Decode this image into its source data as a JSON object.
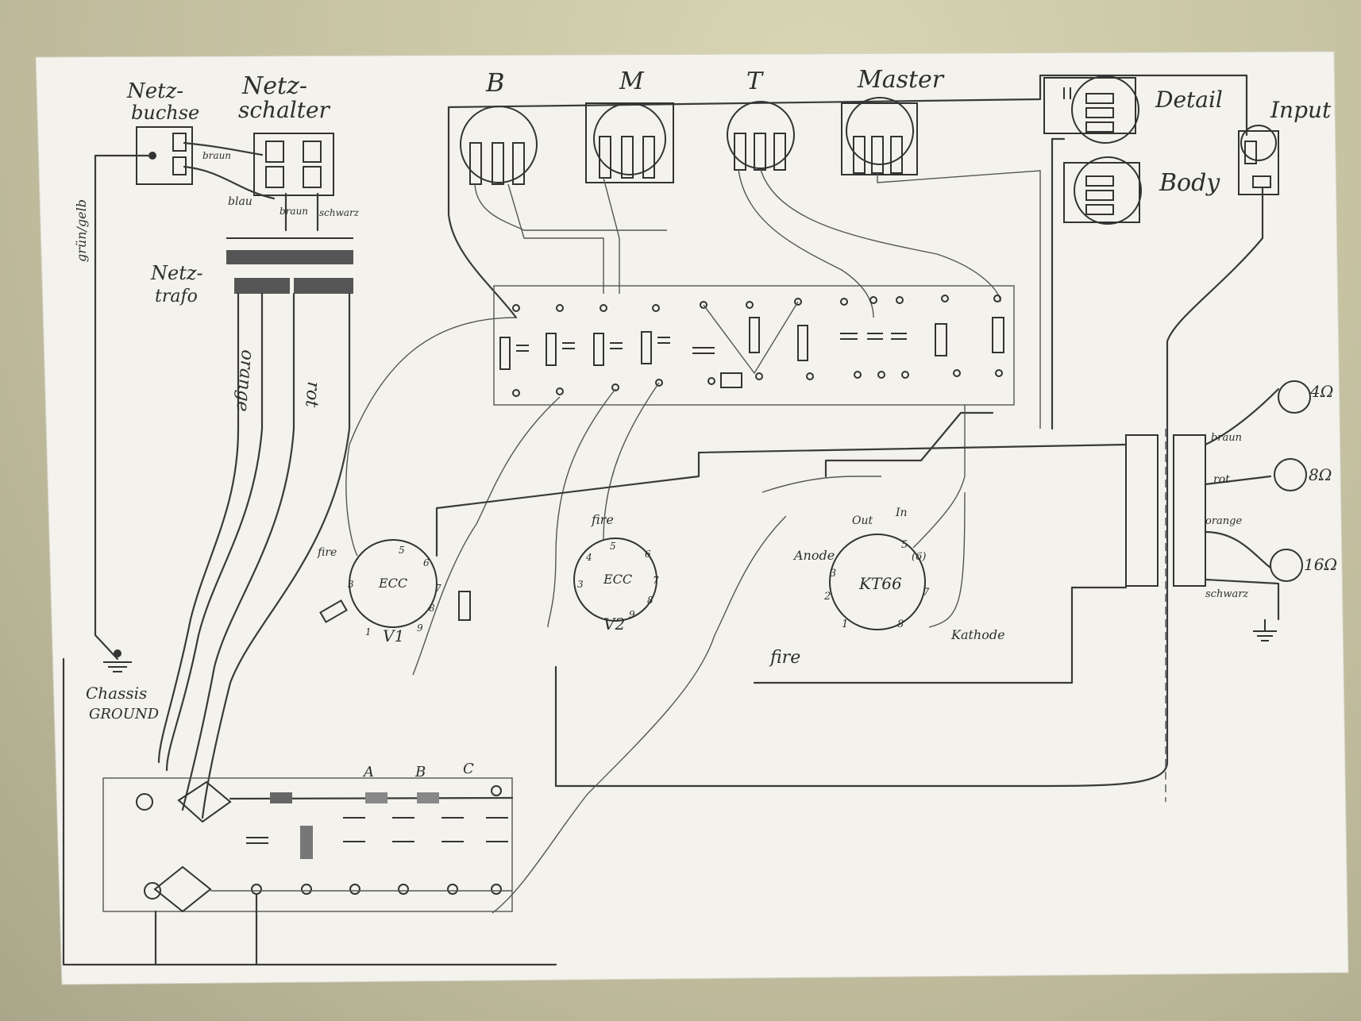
{
  "labels": {
    "netzbuchse_1": "Netz-",
    "netzbuchse_2": "buchse",
    "netzschalter_1": "Netz-",
    "netzschalter_2": "schalter",
    "netztrafo_1": "Netz-",
    "netztrafo_2": "trafo",
    "wire_braun_top": "braun",
    "wire_blau": "blau",
    "wire_braun": "braun",
    "wire_schwarz_top": "schwarz",
    "wire_gruen_gelb": "grün/gelb",
    "wire_orange": "orange",
    "wire_rot": "rot",
    "pot_b": "B",
    "pot_m": "M",
    "pot_t": "T",
    "pot_master": "Master",
    "pot_detail": "Detail",
    "pot_body": "Body",
    "input": "Input",
    "tap_4": "4Ω",
    "tap_8": "8Ω",
    "tap_16": "16Ω",
    "ot_braun": "braun",
    "ot_rot": "rot",
    "ot_orange": "orange",
    "ot_schwarz": "schwarz",
    "chassis_1": "Chassis",
    "chassis_2": "GROUND",
    "v1": "V1",
    "v1_ecc": "ECC",
    "v2": "V2",
    "v2_ecc": "ECC",
    "kt66": "KT66",
    "anode": "Anode",
    "out": "Out",
    "in": "In",
    "kathode": "Kathode",
    "fire_v1": "fire",
    "fire_v2": "fire",
    "fire_kt66": "fire",
    "rail_a": "A",
    "rail_b": "B",
    "rail_c": "C",
    "pin_1": "1",
    "pin_2": "2",
    "pin_3": "3",
    "pin_4": "4",
    "pin_5": "5",
    "pin_6": "6",
    "pin_6b": "(6)",
    "pin_7": "7",
    "pin_8": "8",
    "pin_9": "9"
  },
  "colors": {
    "paper": "#f4f3ee",
    "pencil": "#333333"
  }
}
